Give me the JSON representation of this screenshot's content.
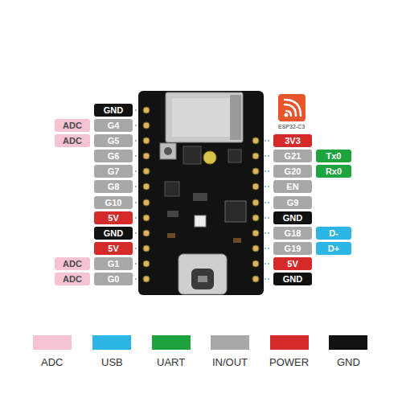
{
  "diagram": {
    "nodes": [
      {
        "text": [
          "GND"
        ]
      },
      {
        "text": [
          "ADC"
        ]
      },
      {
        "text": [
          "G4"
        ]
      },
      {
        "text": [
          "ADC"
        ]
      },
      {
        "text": [
          "G5"
        ]
      },
      {
        "text": [
          "G6"
        ]
      },
      {
        "text": [
          "G7"
        ]
      },
      {
        "text": [
          "G8"
        ]
      },
      {
        "text": [
          "G10"
        ]
      },
      {
        "text": [
          "5V"
        ]
      },
      {
        "text": [
          "GND"
        ]
      },
      {
        "text": [
          "5V"
        ]
      },
      {
        "text": [
          "ADC"
        ]
      },
      {
        "text": [
          "G1"
        ]
      },
      {
        "text": [
          "ADC"
        ]
      },
      {
        "text": [
          "G0"
        ]
      },
      {
        "text": [
          "3V3"
        ]
      },
      {
        "text": [
          "G21"
        ]
      },
      {
        "text": [
          "Tx0"
        ]
      },
      {
        "text": [
          "G20"
        ]
      },
      {
        "text": [
          "Rx0"
        ]
      },
      {
        "text": [
          "EN"
        ]
      },
      {
        "text": [
          "G9"
        ]
      },
      {
        "text": [
          "GND"
        ]
      },
      {
        "text": [
          "G18"
        ]
      },
      {
        "text": [
          "D-"
        ]
      },
      {
        "text": [
          "G19"
        ]
      },
      {
        "text": [
          "D+"
        ]
      },
      {
        "text": [
          "5V"
        ]
      },
      {
        "text": [
          "GND"
        ]
      }
    ],
    "labels": [
      "ESP32-C3"
    ],
    "legend": [
      {
        "text": "ADC",
        "color": "#f5c3d3"
      },
      {
        "text": "USB",
        "color": "#2bb6e6"
      },
      {
        "text": "UART",
        "color": "#1da43f"
      },
      {
        "text": "IN/OUT",
        "color": "#a8a8a8"
      },
      {
        "text": "POWER",
        "color": "#d42a2a"
      },
      {
        "text": "GND",
        "color": "#111111"
      }
    ]
  }
}
